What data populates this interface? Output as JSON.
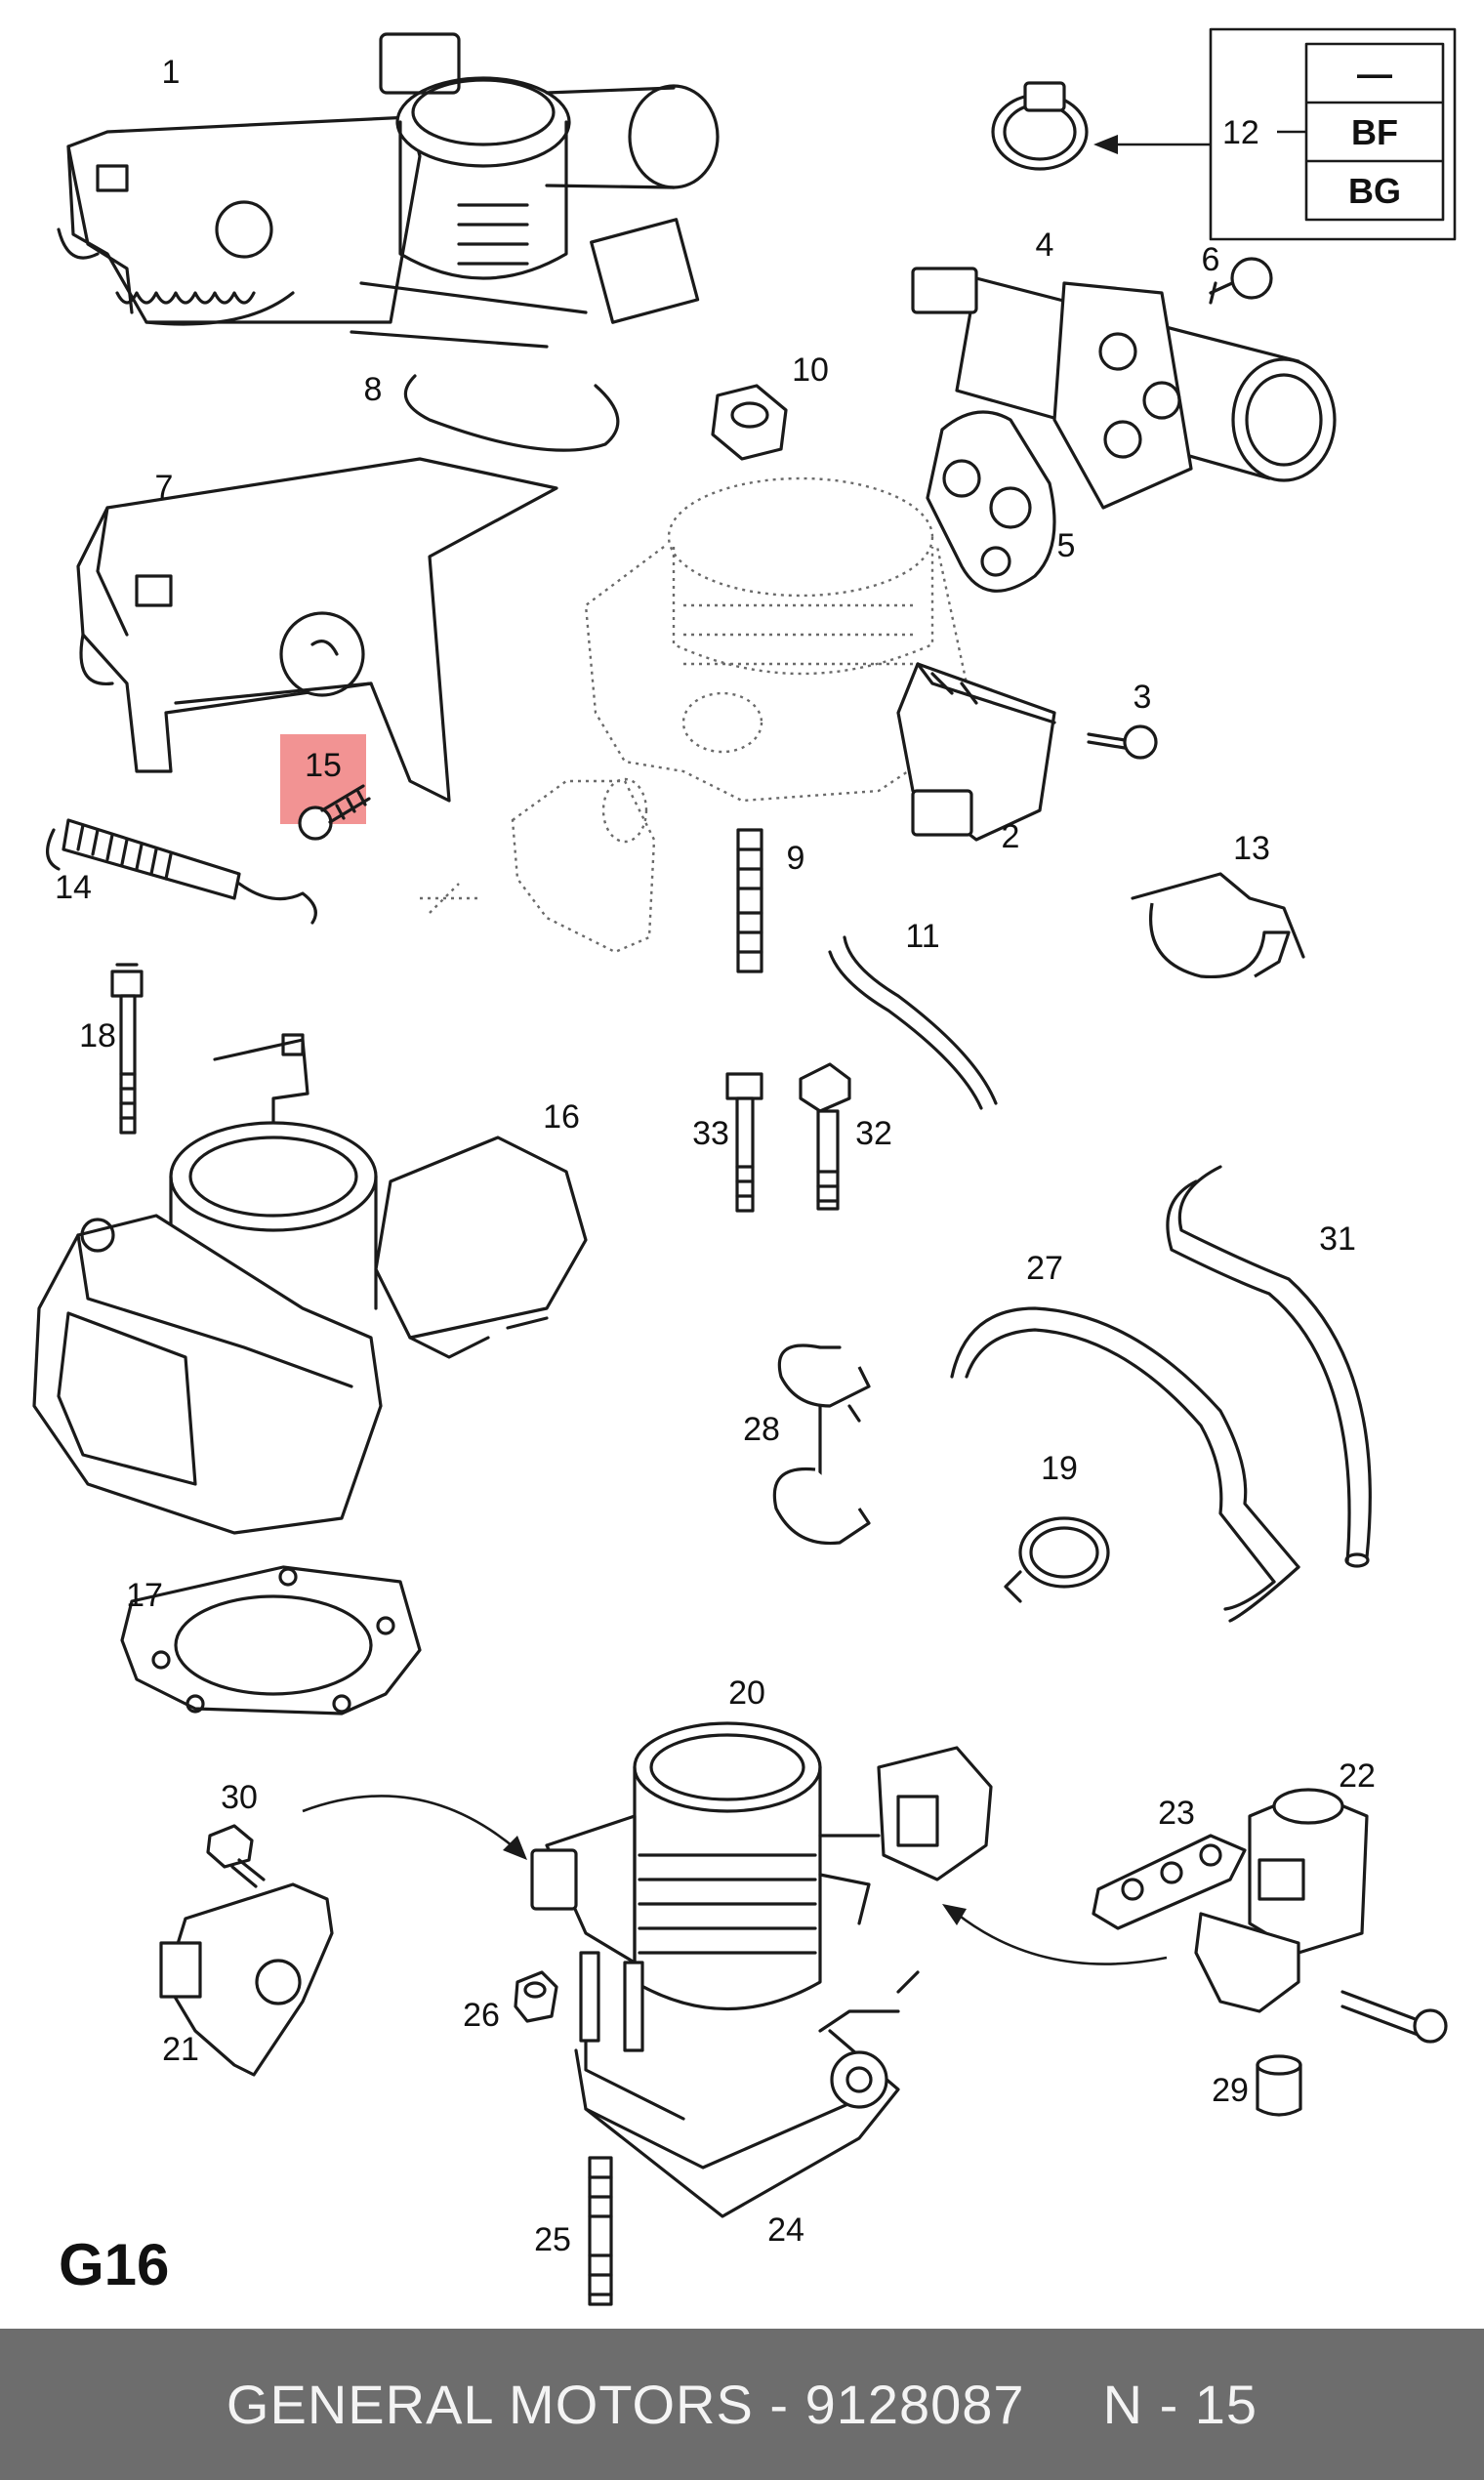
{
  "diagram": {
    "page_id": "G16",
    "part_numbers": [
      "1",
      "2",
      "3",
      "4",
      "5",
      "6",
      "7",
      "8",
      "9",
      "10",
      "11",
      "12",
      "13",
      "14",
      "15",
      "16",
      "17",
      "18",
      "19",
      "20",
      "21",
      "22",
      "23",
      "24",
      "25",
      "26",
      "27",
      "28",
      "29",
      "30",
      "31",
      "32",
      "33"
    ],
    "highlighted_part": "15",
    "highlight_color": "#f08080",
    "variant_table": {
      "label": "12",
      "rows": [
        "—",
        "BF",
        "BG"
      ]
    }
  },
  "footer": {
    "brand_part": "GENERAL MOTORS - 9128087",
    "ref": "N - 15",
    "background": "#6d6d6d"
  }
}
